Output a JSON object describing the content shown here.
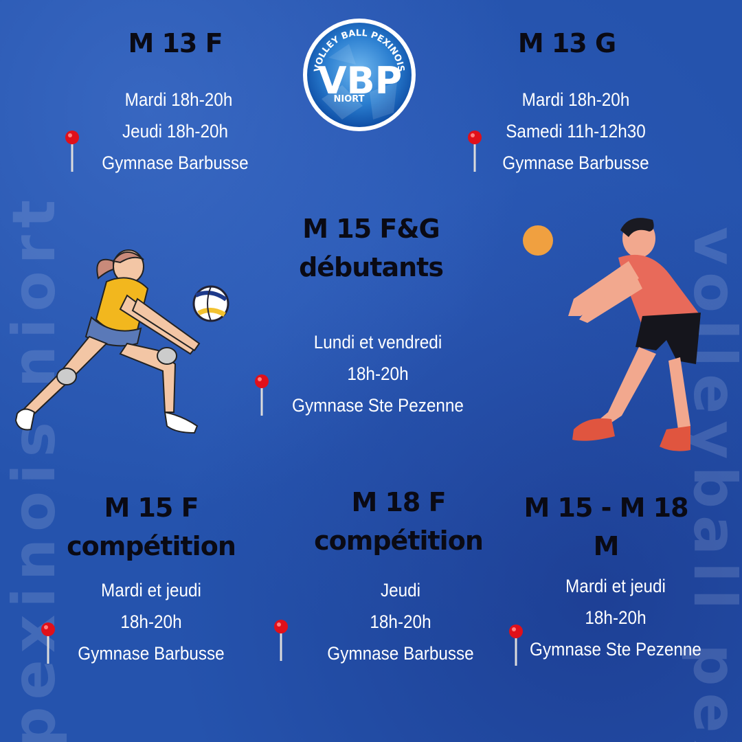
{
  "logo": {
    "ring_text": "VOLLEY BALL PEXINOIS",
    "letters": "VBP",
    "city": "NIORT"
  },
  "watermark": {
    "left": "pexinois niort",
    "right": "volleyball pexin"
  },
  "groups": [
    {
      "title": "M 13 F",
      "lines": [
        "Mardi 18h-20h",
        "Jeudi 18h-20h",
        "Gymnase Barbusse"
      ]
    },
    {
      "title": "M 13 G",
      "lines": [
        "Mardi 18h-20h",
        "Samedi 11h-12h30",
        "Gymnase Barbusse"
      ]
    },
    {
      "title_l1": "M 15 F&G",
      "title_l2": "débutants",
      "lines": [
        "Lundi et vendredi",
        "18h-20h",
        "Gymnase Ste Pezenne"
      ]
    },
    {
      "title_l1": "M 15 F",
      "title_l2": "compétition",
      "lines": [
        "Mardi et jeudi",
        "18h-20h",
        "Gymnase Barbusse"
      ]
    },
    {
      "title_l1": "M 18 F",
      "title_l2": "compétition",
      "lines": [
        "Jeudi",
        "18h-20h",
        "Gymnase Barbusse"
      ]
    },
    {
      "title_l1": "M 15 - M 18",
      "title_l2": "M",
      "lines": [
        "Mardi et jeudi",
        "18h-20h",
        "Gymnase Ste Pezenne"
      ]
    }
  ],
  "colors": {
    "background": "#2553ad",
    "title": "#0a0a14",
    "text": "#ffffff",
    "pin": "#e0101a",
    "ball_orange": "#f0a040"
  }
}
